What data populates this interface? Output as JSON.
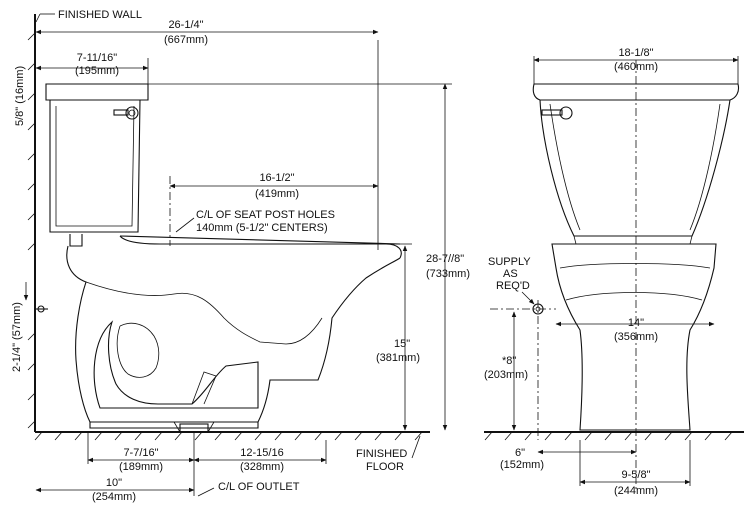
{
  "labels": {
    "finished_wall": "FINISHED WALL",
    "finished_floor_1": "FINISHED",
    "finished_floor_2": "FLOOR",
    "cl_seat_post_1": "C/L OF SEAT POST HOLES",
    "cl_seat_post_2": "140mm (5-1/2\" CENTERS)",
    "cl_outlet": "C/L OF OUTLET",
    "supply_1": "SUPPLY",
    "supply_2": "AS",
    "supply_3": "REQ'D"
  },
  "dimensions": {
    "overall_depth": {
      "imperial": "26-1/4\"",
      "metric": "(667mm)"
    },
    "tank_to_wall": {
      "imperial": "7-11/16\"",
      "metric": "(195mm)"
    },
    "tank_top": {
      "imperial": "5/8\" (16mm)"
    },
    "seat_post": {
      "imperial": "16-1/2\"",
      "metric": "(419mm)"
    },
    "overall_height": {
      "imperial": "28-7//8\"",
      "metric": "(733mm)"
    },
    "rim_height": {
      "imperial": "15\"",
      "metric": "(381mm)"
    },
    "supply_height_side": {
      "imperial": "2-1/4\" (57mm)"
    },
    "front_width_left": {
      "imperial": "7-7/16\"",
      "metric": "(189mm)"
    },
    "front_width_right": {
      "imperial": "12-15/16",
      "metric": "(328mm)"
    },
    "rough_in": {
      "imperial": "10\"",
      "metric": "(254mm)"
    },
    "tank_width": {
      "imperial": "18-1/8\"",
      "metric": "(460mm)"
    },
    "bowl_width": {
      "imperial": "14\"",
      "metric": "(356mm)"
    },
    "supply_height_front": {
      "imperial": "*8\"",
      "metric": "(203mm)"
    },
    "supply_offset": {
      "imperial": "6\"",
      "metric": "(152mm)"
    },
    "base_width": {
      "imperial": "9-5/8\"",
      "metric": "(244mm)"
    }
  }
}
